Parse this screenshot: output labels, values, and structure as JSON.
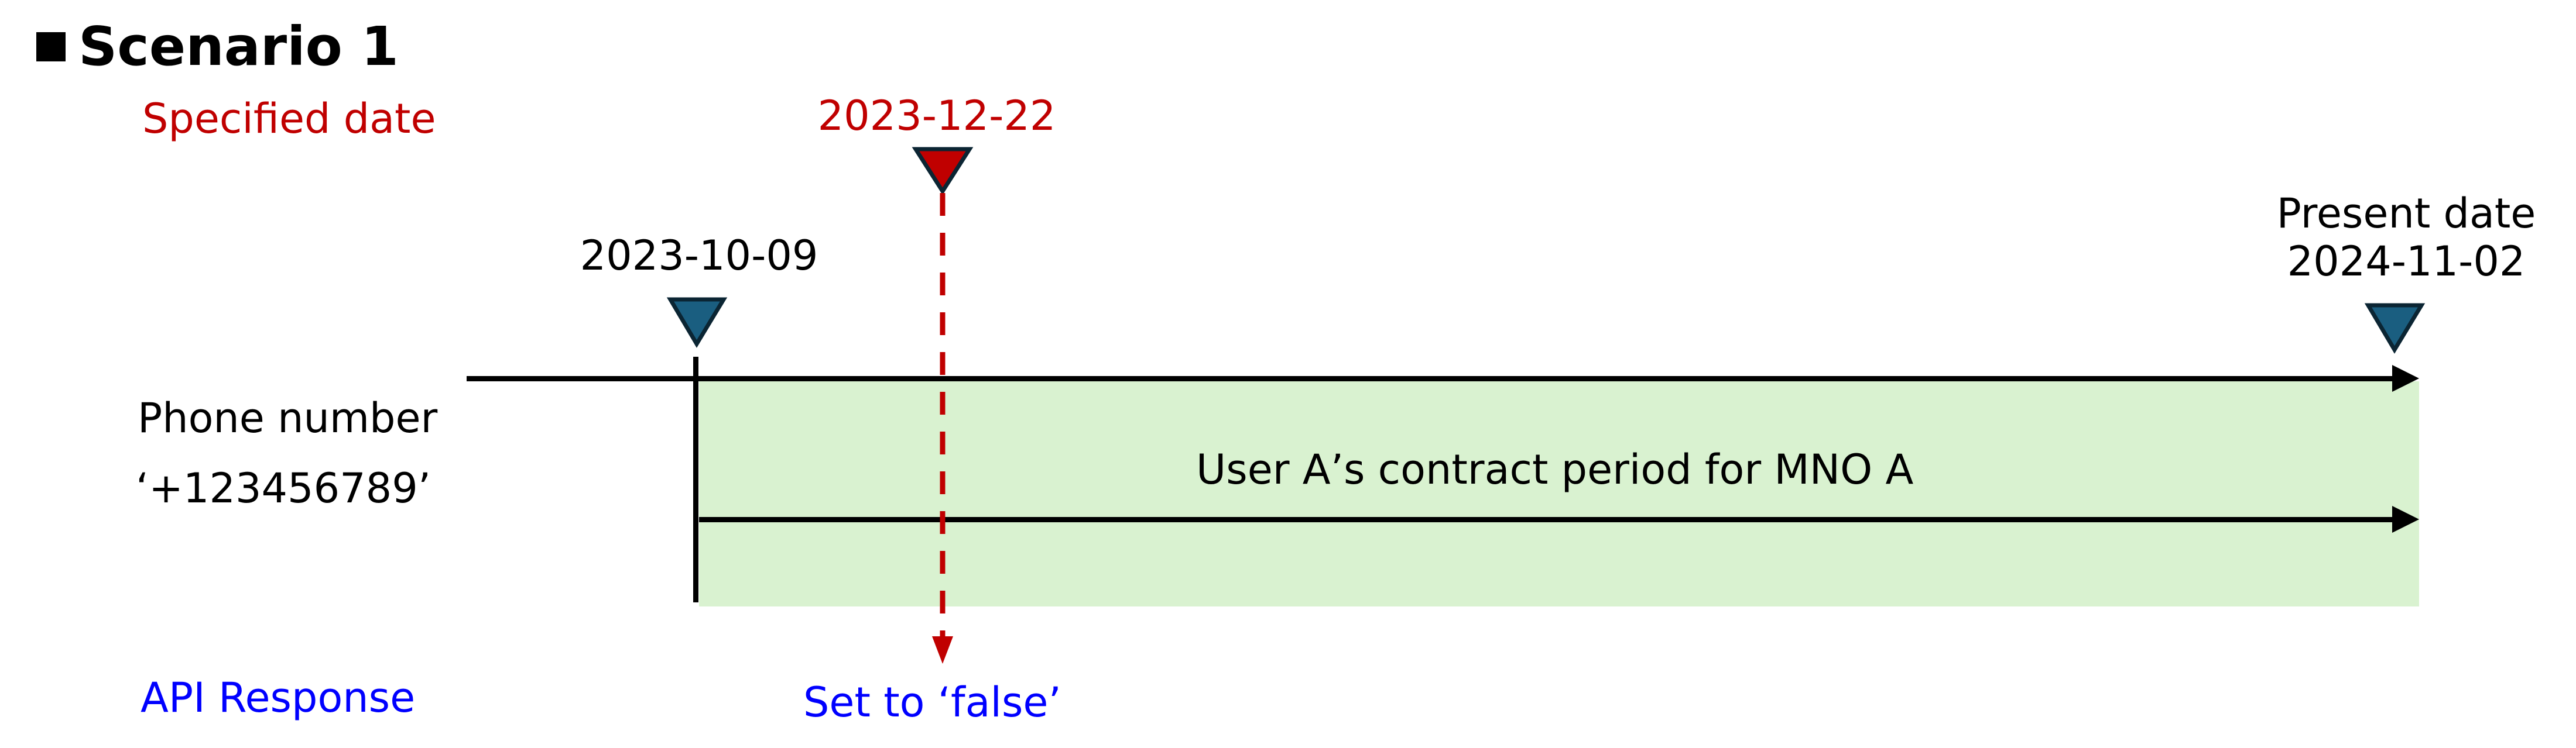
{
  "title": "Scenario 1",
  "title_bullet": "■",
  "row_labels": {
    "specified_date": "Specified date",
    "phone_number_label": "Phone number",
    "phone_number_value": "‘+123456789’",
    "api_response": "API Response"
  },
  "markers": [
    {
      "id": "contract-start",
      "date": "2023-10-09",
      "color": "#1a5e80",
      "stroke": "#0b2533"
    },
    {
      "id": "specified",
      "date": "2023-12-22",
      "color": "#c00000",
      "stroke": "#0b2533"
    },
    {
      "id": "present",
      "label": "Present date",
      "date": "2024-11-02",
      "color": "#1a5e80",
      "stroke": "#0b2533"
    }
  ],
  "contract_period": {
    "label": "User A’s contract period for MNO A",
    "fill": "#d9f2d0"
  },
  "api_response_value": "Set to ‘false’",
  "colors": {
    "specified_red": "#c00000",
    "response_blue": "#0000ff",
    "marker_blue": "#1a5e80",
    "period_green": "#d9f2d0"
  }
}
